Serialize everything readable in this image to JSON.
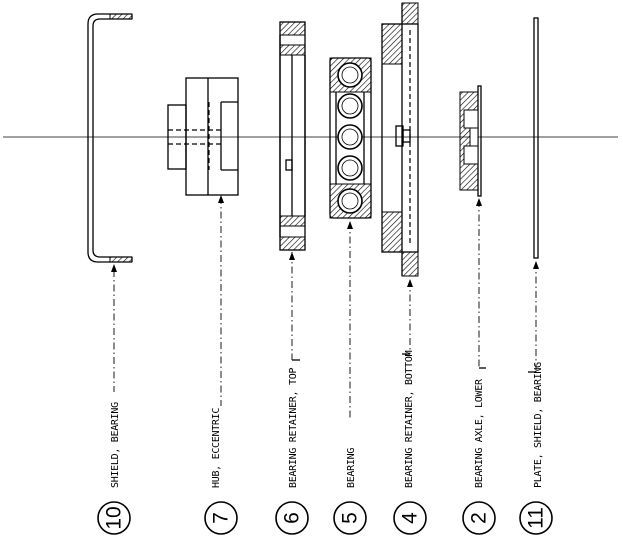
{
  "parts": [
    {
      "number": "10",
      "label": "SHIELD, BEARING"
    },
    {
      "number": "7",
      "label": "HUB, ECCENTRIC"
    },
    {
      "number": "6",
      "label": "BEARING RETAINER, TOP"
    },
    {
      "number": "5",
      "label": "BEARING"
    },
    {
      "number": "4",
      "label": "BEARING RETAINER, BOTTOM"
    },
    {
      "number": "2",
      "label": "BEARING AXLE, LOWER"
    },
    {
      "number": "11",
      "label": "PLATE, SHIELD, BEARING"
    }
  ]
}
